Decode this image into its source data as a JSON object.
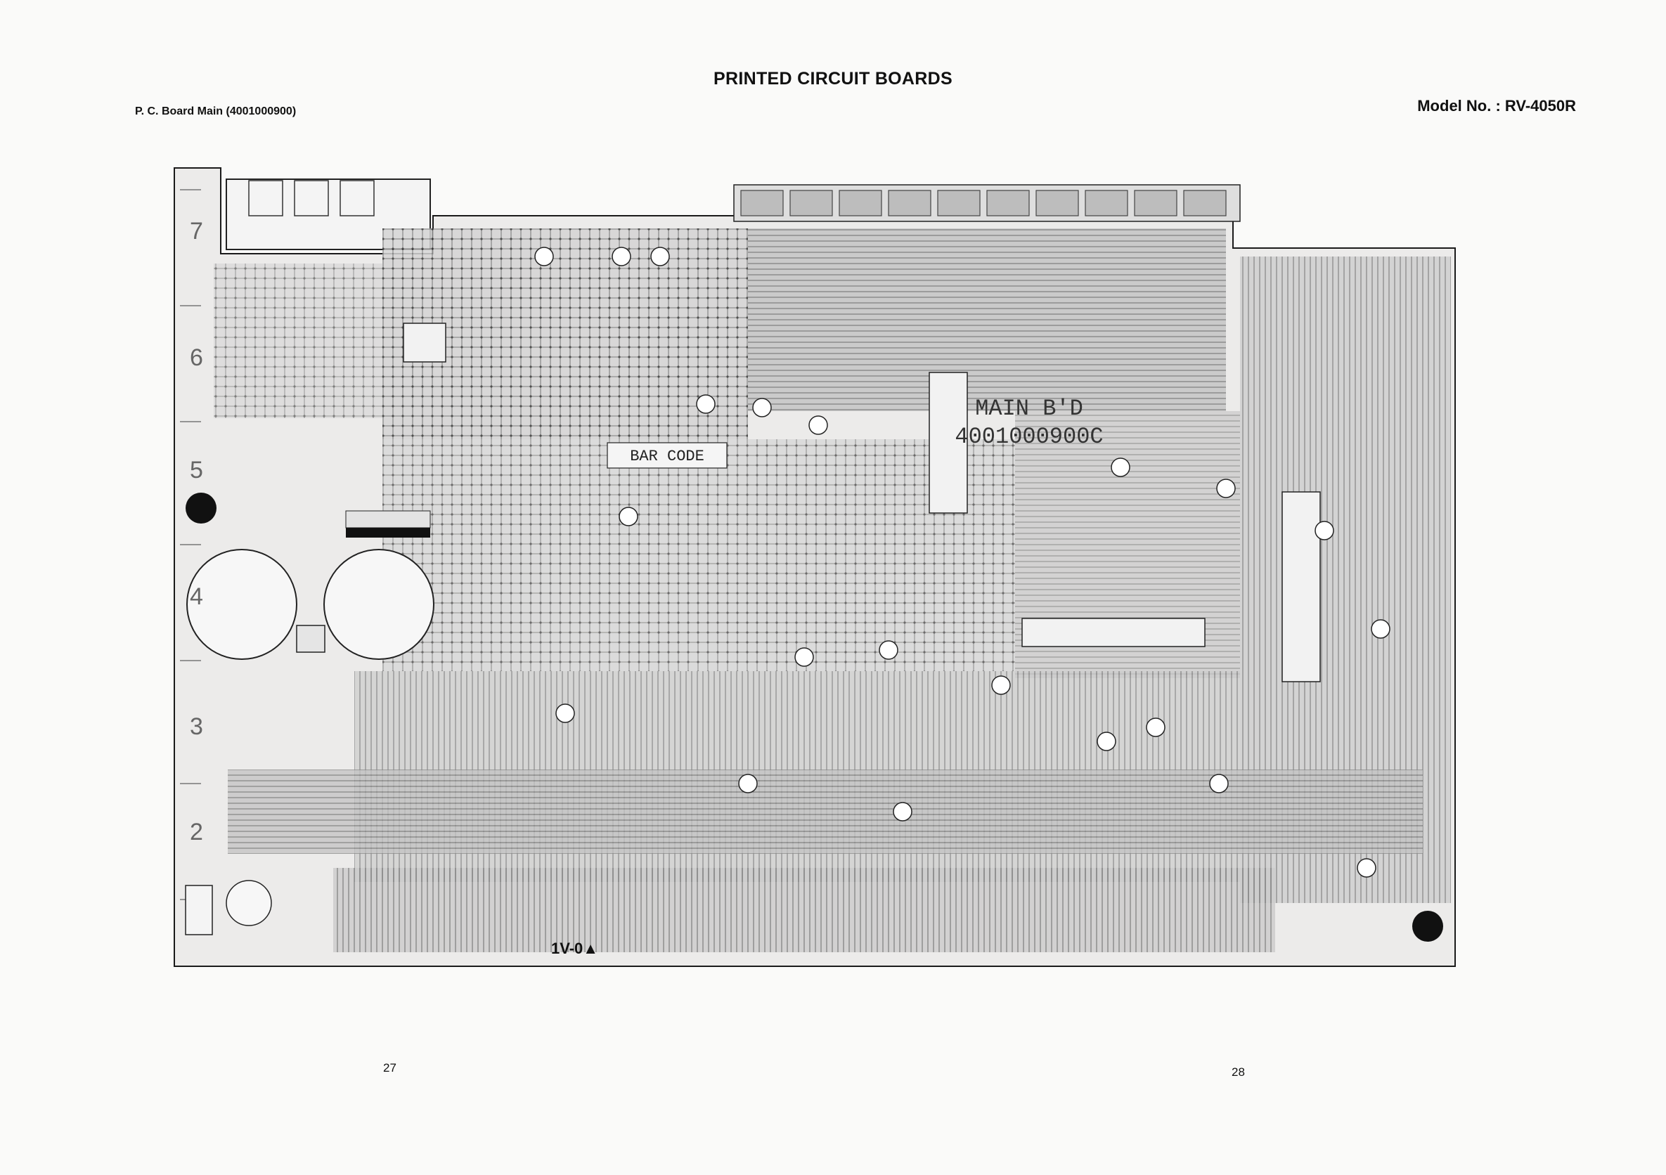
{
  "header": {
    "title": "PRINTED CIRCUIT BOARDS",
    "board_label": "P. C. Board Main (4001000900)",
    "model_no": "Model No. : RV-4050R"
  },
  "board": {
    "silkscreen_main": "MAIN B'D",
    "silkscreen_part": "4001000900C",
    "bar_code": "BAR CODE",
    "ul_mark": "1V-0▲",
    "row_markers": [
      "7",
      "6",
      "5",
      "4",
      "3",
      "2"
    ]
  },
  "footer": {
    "page_left": "27",
    "page_right": "28"
  }
}
